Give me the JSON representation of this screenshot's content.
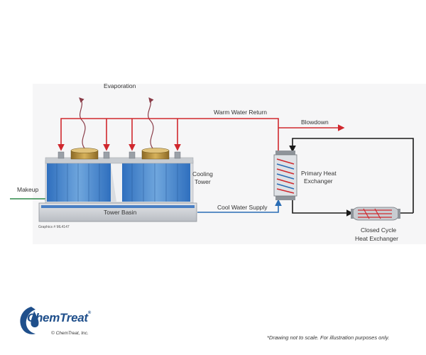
{
  "labels": {
    "evaporation": "Evaporation",
    "warm_water_return": "Warm Water Return",
    "blowdown": "Blowdown",
    "cooling_tower_line1": "Cooling",
    "cooling_tower_line2": "Tower",
    "makeup": "Makeup",
    "tower_basin": "Tower Basin",
    "graphics_id": "Graphics # ML4147",
    "cool_water_supply": "Cool Water Supply",
    "primary_hx_line1": "Primary Heat",
    "primary_hx_line2": "Exchanger",
    "closed_cycle_line1": "Closed Cycle",
    "closed_cycle_line2": "Heat Exchanger"
  },
  "footer": {
    "brand_name": "ChemTreat",
    "copyright": "© ChemTreat, Inc.",
    "disclaimer": "*Drawing not to scale. For illustration purposes only."
  },
  "colors": {
    "warm_line": "#d0282e",
    "cool_line": "#2a6db5",
    "makeup_line": "#2f8a4a",
    "loop_line": "#1a1a1a",
    "evap_line": "#8a3c48",
    "fill_blue": "#3b78c4",
    "fan_gold": "#b08a3a",
    "brand": "#1f4f8b"
  }
}
